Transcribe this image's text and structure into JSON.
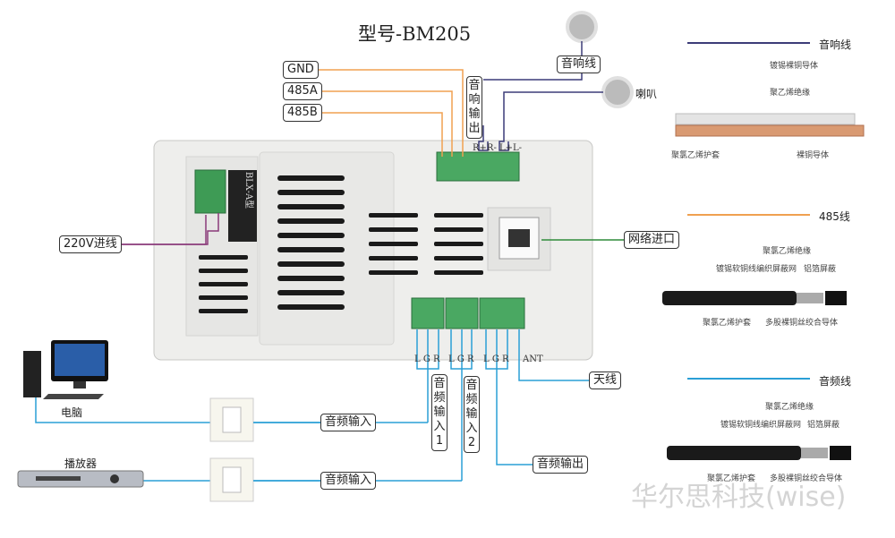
{
  "title": "型号-BM205",
  "top_labels": {
    "gnd": "GND",
    "a485a": "485A",
    "a485b": "485B",
    "speaker_out": "音响输出",
    "speaker_wire": "音响线",
    "horn": "喇叭",
    "speaker_pins": "R+R- L+L-"
  },
  "side_labels": {
    "power_in": "220V进线",
    "network_in": "网络进口",
    "antenna": "天线",
    "audio_in_1": "音频输入1",
    "audio_in_2": "音频输入2",
    "audio_out": "音频输出"
  },
  "bottom_pins": {
    "group1": "L G R",
    "group2": "L G R",
    "group3": "L G R",
    "ant": "ANT"
  },
  "devices": {
    "computer": "电脑",
    "player": "播放器",
    "plate_label_1": "音频输入",
    "plate_label_2": "音频输入"
  },
  "relay_marking": "BLX-A型",
  "cables": {
    "speaker": {
      "title": "音响线",
      "parts": [
        "镀锡裸铜导体",
        "聚乙烯绝缘",
        "聚氯乙烯护套",
        "裸铜导体"
      ]
    },
    "rs485": {
      "title": "485线",
      "parts": [
        "聚氯乙烯绝缘",
        "镀锡软铜线编织屏蔽网",
        "铝箔屏蔽",
        "聚氯乙烯护套",
        "多股裸铜丝绞合导体"
      ]
    },
    "audio": {
      "title": "音频线",
      "parts": [
        "聚氯乙烯绝缘",
        "镀锡软铜线编织屏蔽网",
        "铝箔屏蔽",
        "聚氯乙烯护套",
        "多股裸铜丝绞合导体"
      ]
    }
  },
  "watermark": "华尔思科技(wise)",
  "colors": {
    "rs485": "#f0a050",
    "speaker": "#3c3c78",
    "audio": "#2a9fd6",
    "power": "#8a3a7a",
    "network": "#2e8b3a"
  }
}
